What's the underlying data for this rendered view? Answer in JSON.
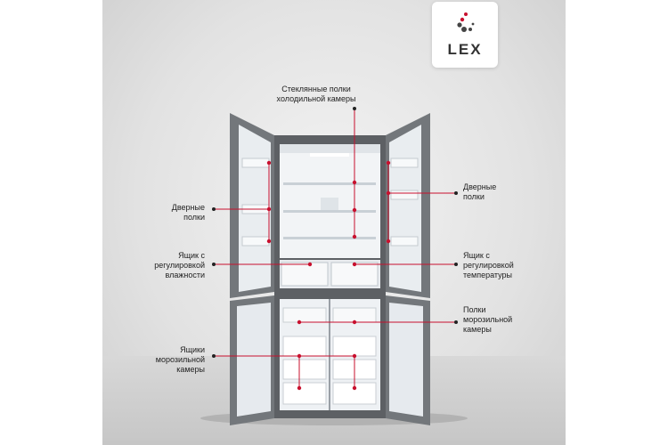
{
  "brand": {
    "name": "LEX",
    "accent": "#c8102e"
  },
  "callouts": {
    "glass_shelves": {
      "line1": "Стеклянные полки",
      "line2": "холодильной камеры"
    },
    "door_shelves_left": {
      "line1": "Дверные",
      "line2": "полки"
    },
    "door_shelves_right": {
      "line1": "Дверные",
      "line2": "полки"
    },
    "humidity_drawer": {
      "line1": "Ящик с",
      "line2": "регулировкой",
      "line3": "влажности"
    },
    "temperature_drawer": {
      "line1": "Ящик с",
      "line2": "регулировкой",
      "line3": "температуры"
    },
    "freezer_shelves": {
      "line1": "Полки",
      "line2": "морозильной",
      "line3": "камеры"
    },
    "freezer_drawers": {
      "line1": "Ящики",
      "line2": "морозильной",
      "line3": "камеры"
    }
  },
  "colors": {
    "callout_line": "#c8102e",
    "callout_dot": "#222222",
    "fridge_body": "#6b6e72",
    "interior": "#f2f4f6"
  }
}
